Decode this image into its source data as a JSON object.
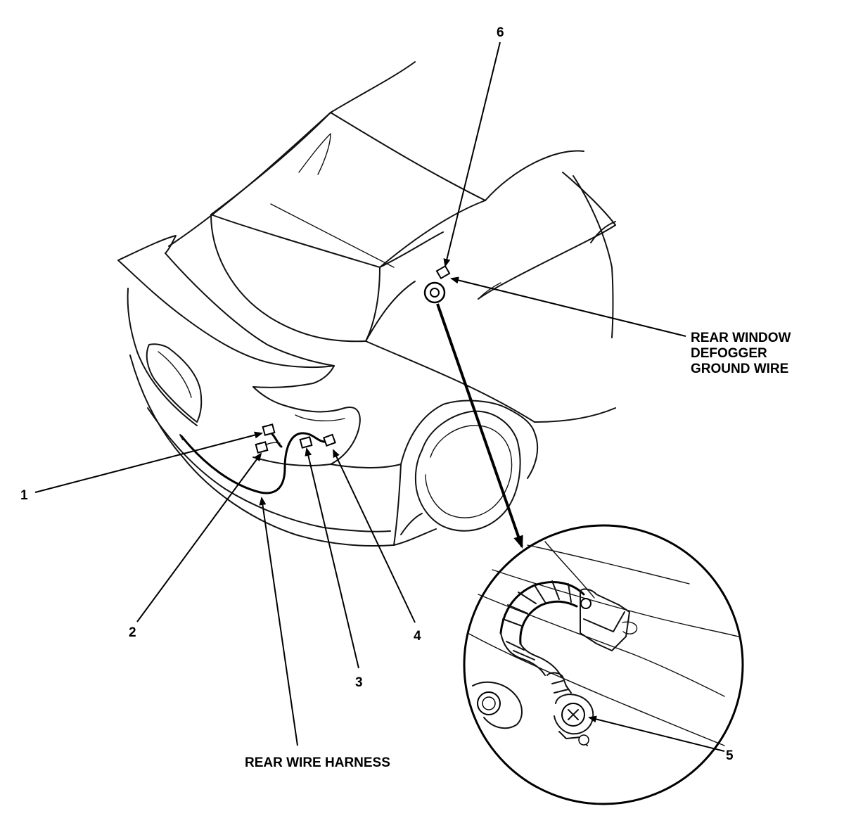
{
  "callouts": {
    "c1": "1",
    "c2": "2",
    "c3": "3",
    "c4": "4",
    "c5": "5",
    "c6": "6"
  },
  "labels": {
    "rear_window_defogger_ground_wire": [
      "REAR WINDOW",
      "DEFOGGER",
      "GROUND WIRE"
    ],
    "rear_wire_harness": "REAR WIRE HARNESS"
  }
}
